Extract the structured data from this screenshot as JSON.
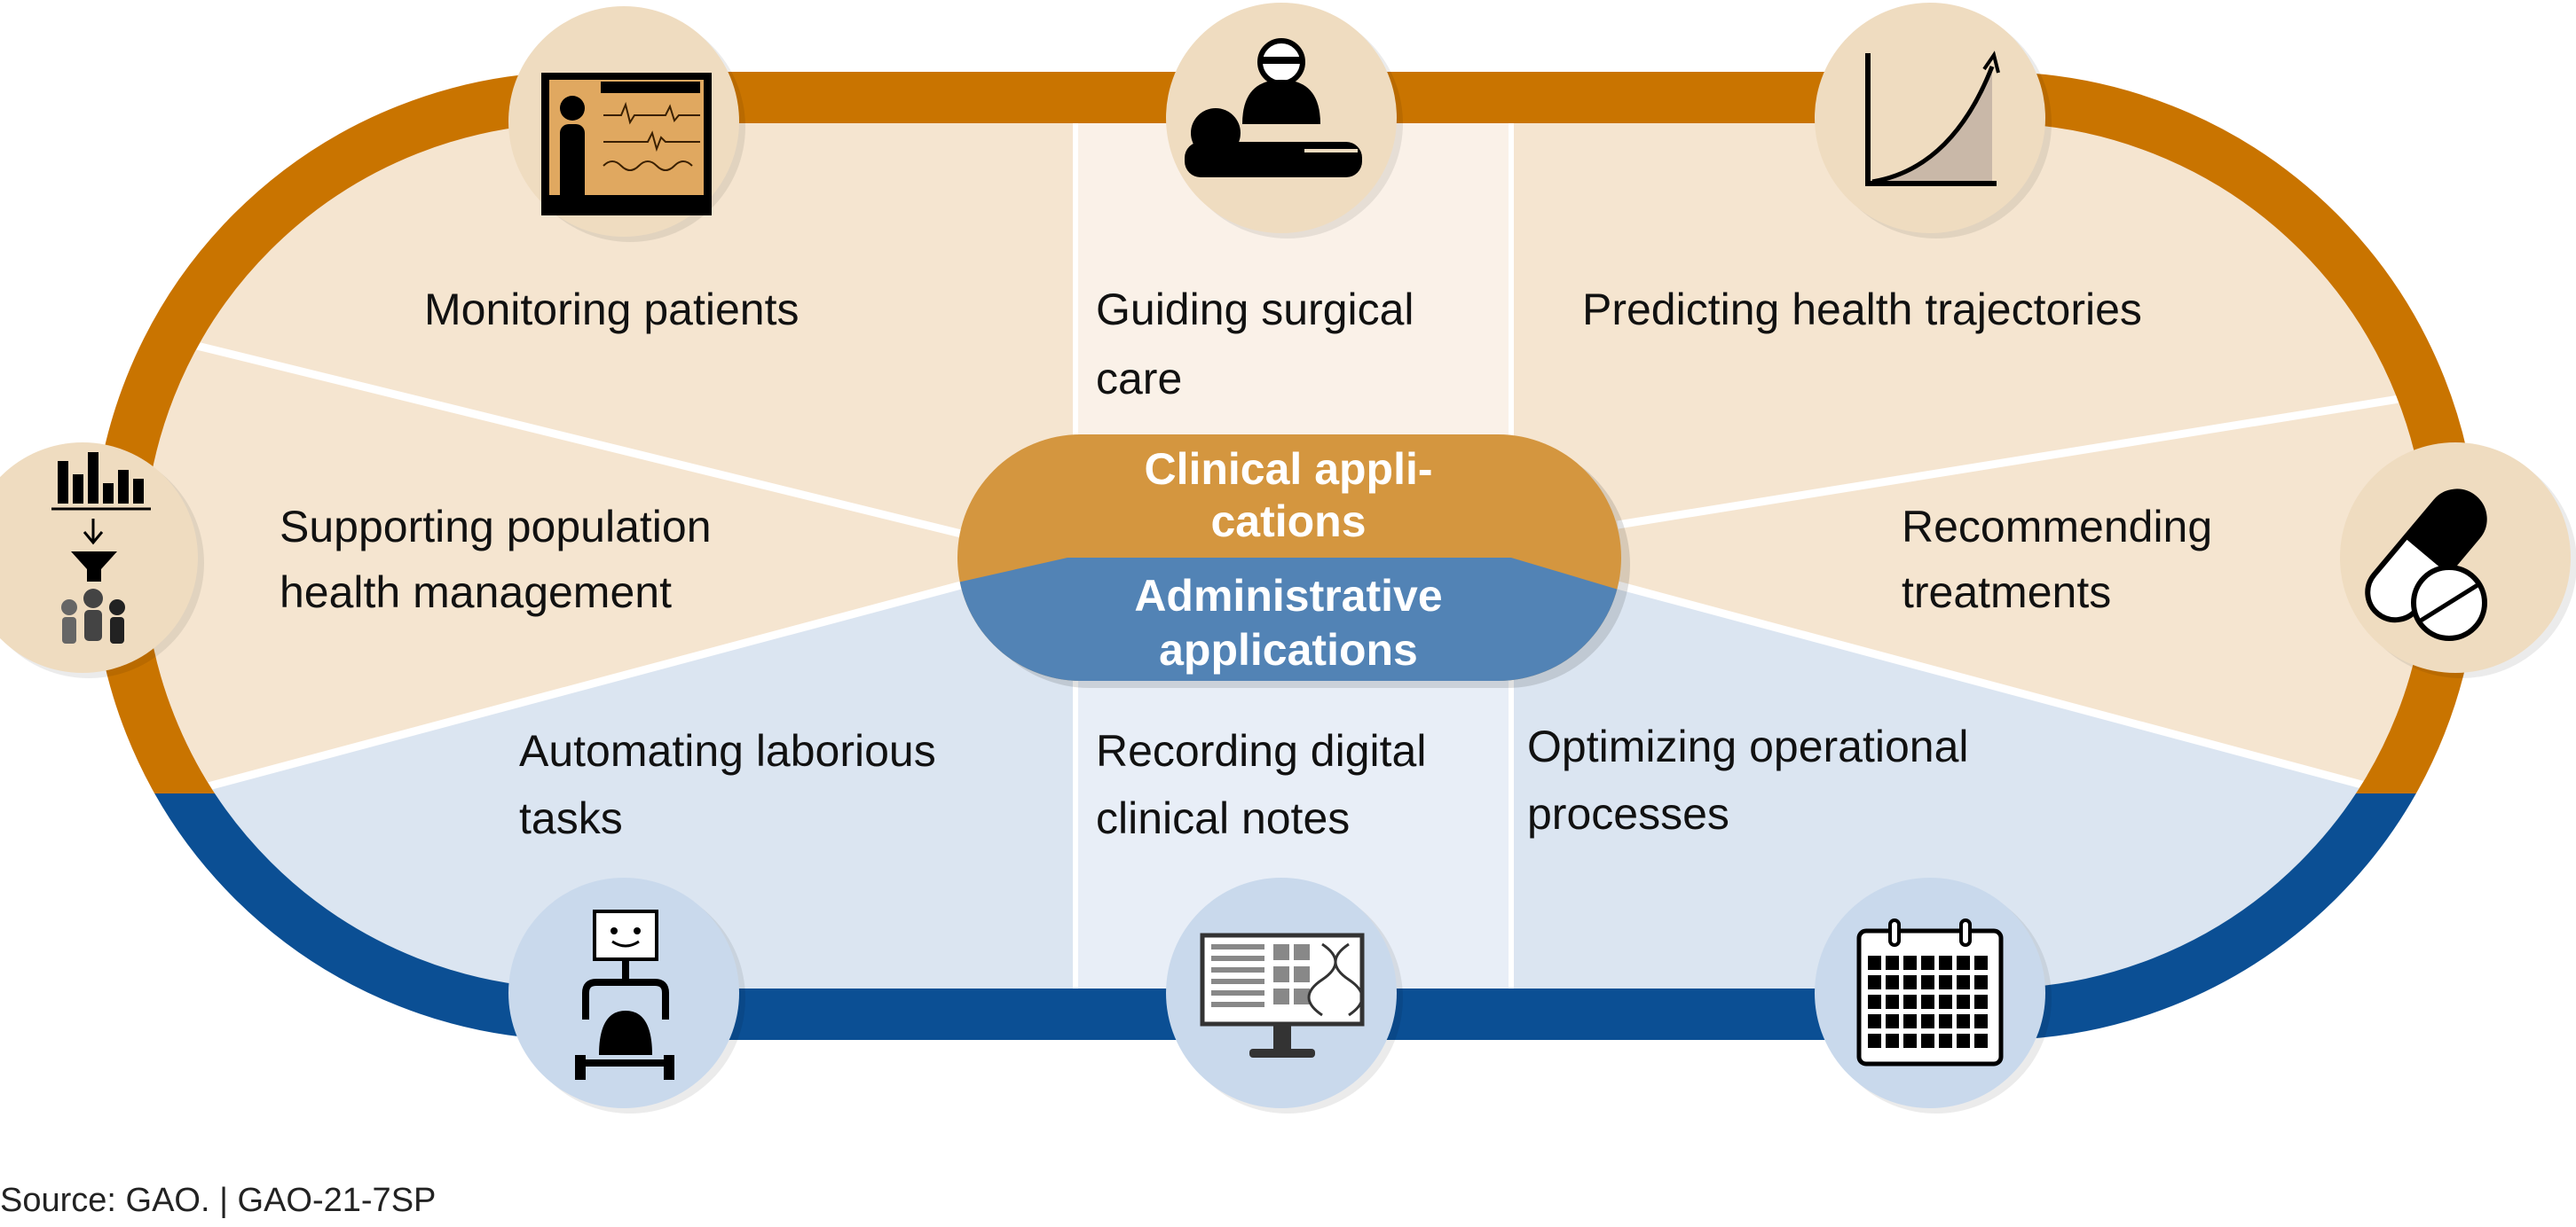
{
  "colors": {
    "clinical_band": "#c97400",
    "administrative_band": "#0b4f94",
    "clinical_pill": "#d4963f",
    "administrative_pill": "#5283b5",
    "clinical_fill": "#f5e5d0",
    "administrative_fill": "#dbe5f1"
  },
  "center": {
    "clinical_line1": "Clinical appli-",
    "clinical_line2": "cations",
    "administrative_line1": "Administrative",
    "administrative_line2": "applications"
  },
  "clinical": [
    {
      "icon": "patient-monitor-icon",
      "lines": [
        "Monitoring patients"
      ]
    },
    {
      "icon": "surgeon-icon",
      "lines": [
        "Guiding surgical",
        "care"
      ]
    },
    {
      "icon": "trajectory-graph-icon",
      "lines": [
        "Predicting health trajectories"
      ]
    },
    {
      "icon": "population-data-icon",
      "lines": [
        "Supporting population",
        "health management"
      ]
    },
    {
      "icon": "pills-icon",
      "lines": [
        "Recommending",
        "treatments"
      ]
    }
  ],
  "administrative": [
    {
      "icon": "robot-icon",
      "lines": [
        "Automating laborious",
        "tasks"
      ]
    },
    {
      "icon": "digital-notes-monitor-icon",
      "lines": [
        "Recording digital",
        "clinical notes"
      ]
    },
    {
      "icon": "calendar-icon",
      "lines": [
        "Optimizing operational",
        "processes"
      ]
    }
  ],
  "source": "Source: GAO.  |  GAO-21-7SP"
}
